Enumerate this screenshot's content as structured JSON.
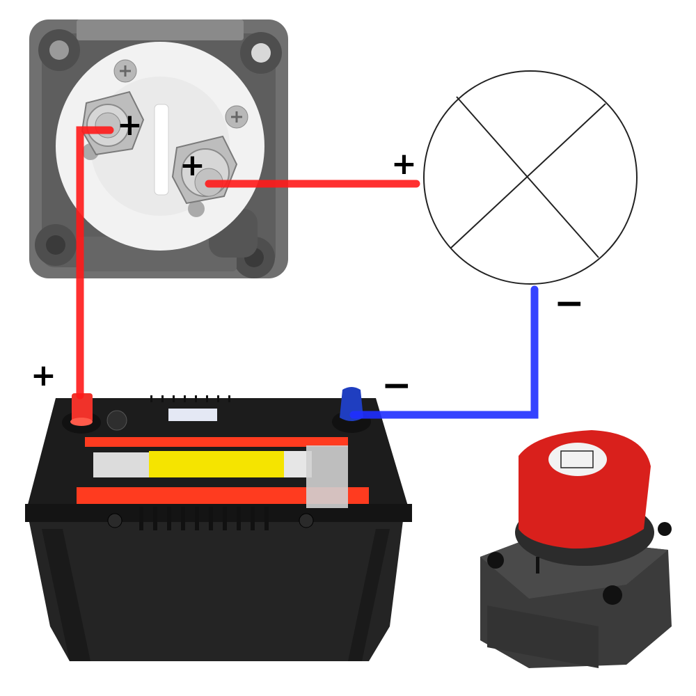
{
  "diagram": {
    "type": "wiring-diagram",
    "description": "Battery disconnect switch wiring: battery positive to switch terminal, switch output to load, load negative back to battery negative",
    "colors": {
      "positive_wire": "#ff1a1a",
      "negative_wire": "#1f2fff",
      "switch_housing": "#6b6b6b",
      "switch_face": "#f2f2f2",
      "battery_body": "#1c1c1c",
      "battery_stripe": "#ff3b1f",
      "battery_label_yellow": "#f5e400",
      "knob_red": "#d9201c",
      "switch_base_dark": "#3a3a3a",
      "lamp_stroke": "#222222"
    },
    "components": [
      {
        "id": "switch-rear",
        "label": "Battery switch (rear, terminals)"
      },
      {
        "id": "load",
        "label": "Load (lamp symbol)"
      },
      {
        "id": "battery",
        "label": "Battery"
      },
      {
        "id": "switch-front",
        "label": "Battery switch (front, knob)"
      }
    ],
    "labels": {
      "switch_terminal_in": "+",
      "switch_terminal_out": "+",
      "load_positive": "+",
      "load_negative": "−",
      "battery_positive": "+",
      "battery_negative": "−"
    },
    "connections": [
      {
        "from": "battery.positive",
        "to": "switch-rear.terminal_in",
        "polarity": "positive"
      },
      {
        "from": "switch-rear.terminal_out",
        "to": "load.positive",
        "polarity": "positive"
      },
      {
        "from": "load.negative",
        "to": "battery.negative",
        "polarity": "negative"
      }
    ]
  }
}
